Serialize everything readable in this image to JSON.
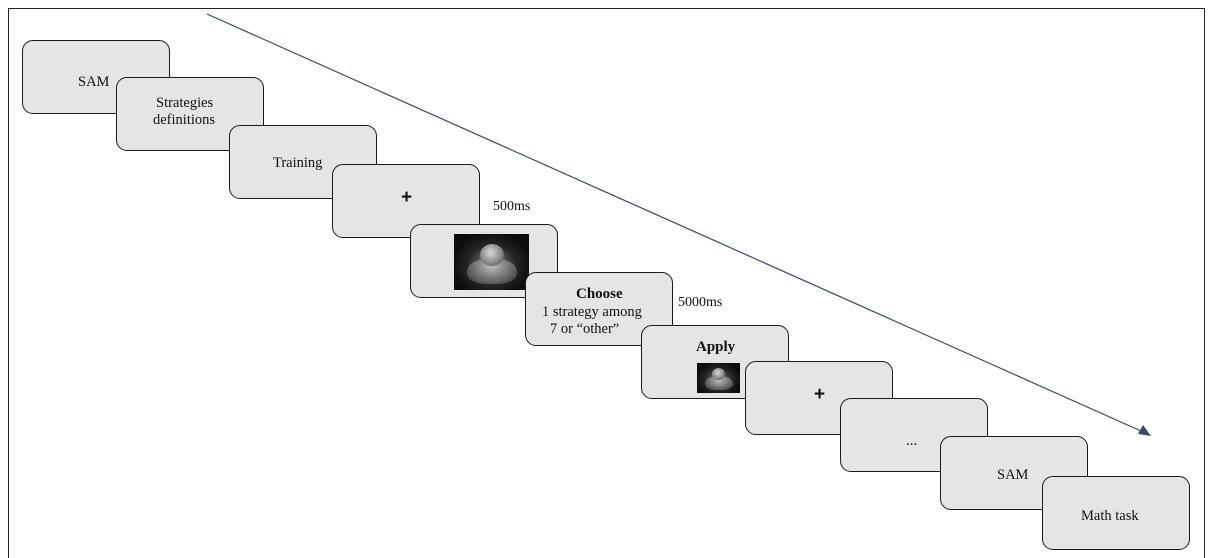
{
  "steps": {
    "sam_start": "SAM",
    "strategies_line1": "Strategies",
    "strategies_line2": "definitions",
    "training": "Training",
    "fixation_1": "+",
    "image_icon": "sad-person-photo",
    "choose_title": "Choose",
    "choose_line1": "1 strategy among",
    "choose_line2": "7 or “other”",
    "apply_title": "Apply",
    "fixation_2": "+",
    "ellipsis": "...",
    "sam_end": "SAM",
    "math_task": "Math task"
  },
  "timings": {
    "fixation": "500ms",
    "choose": "5000ms"
  },
  "colors": {
    "box_fill": "#e5e5e5",
    "box_border": "#1a1a1a",
    "arrow": "#3b4a63"
  }
}
